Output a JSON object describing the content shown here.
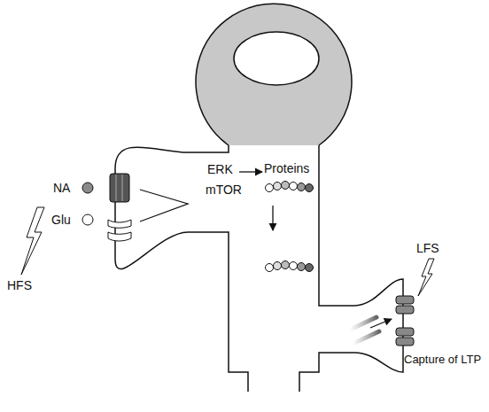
{
  "diagram": {
    "labels": [
      "NA",
      "Glu",
      "HFS",
      "ERK",
      "mTOR",
      "Proteins",
      "LFS",
      "Capture of LTP"
    ]
  }
}
